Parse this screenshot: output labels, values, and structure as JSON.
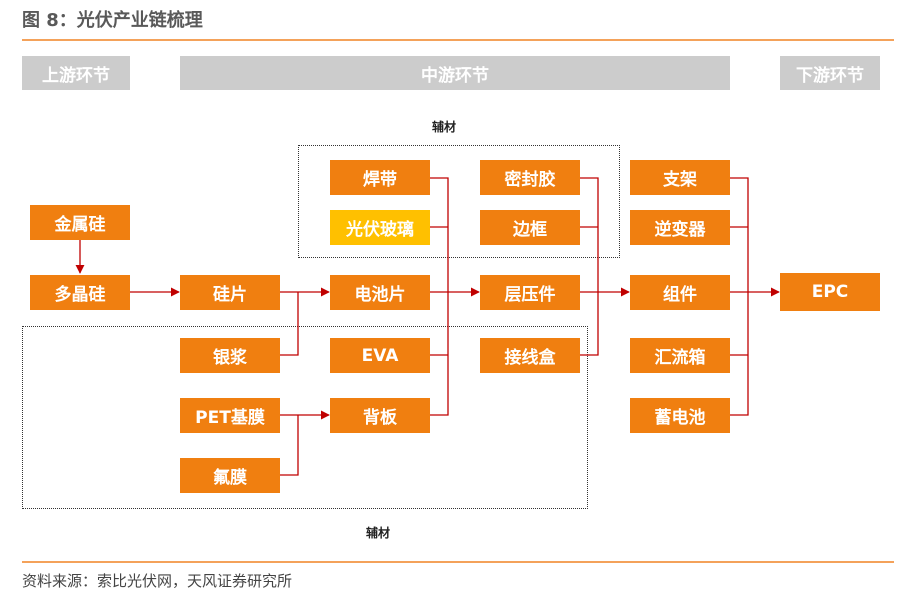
{
  "header": {
    "title": "图 8：光伏产业链梳理"
  },
  "stages": {
    "upstream": "上游环节",
    "midstream": "中游环节",
    "downstream": "下游环节"
  },
  "aux_labels": {
    "top": "辅材",
    "bottom": "辅材"
  },
  "nodes": {
    "metal_si": "金属硅",
    "poly_si": "多晶硅",
    "wafer": "硅片",
    "silver_paste": "银浆",
    "pet_film": "PET基膜",
    "fluoro_film": "氟膜",
    "ribbon": "焊带",
    "pv_glass": "光伏玻璃",
    "cell": "电池片",
    "eva": "EVA",
    "backsheet": "背板",
    "sealant": "密封胶",
    "frame": "边框",
    "lamination": "层压件",
    "junction_box": "接线盒",
    "bracket": "支架",
    "inverter": "逆变器",
    "module": "组件",
    "combiner_box": "汇流箱",
    "battery": "蓄电池",
    "epc": "EPC"
  },
  "colors": {
    "box": "#f07f10",
    "highlight": "#ffc000",
    "arrow": "#c00000",
    "stage": "#cccccc"
  },
  "footer": {
    "source": "资料来源：索比光伏网，天风证券研究所"
  }
}
